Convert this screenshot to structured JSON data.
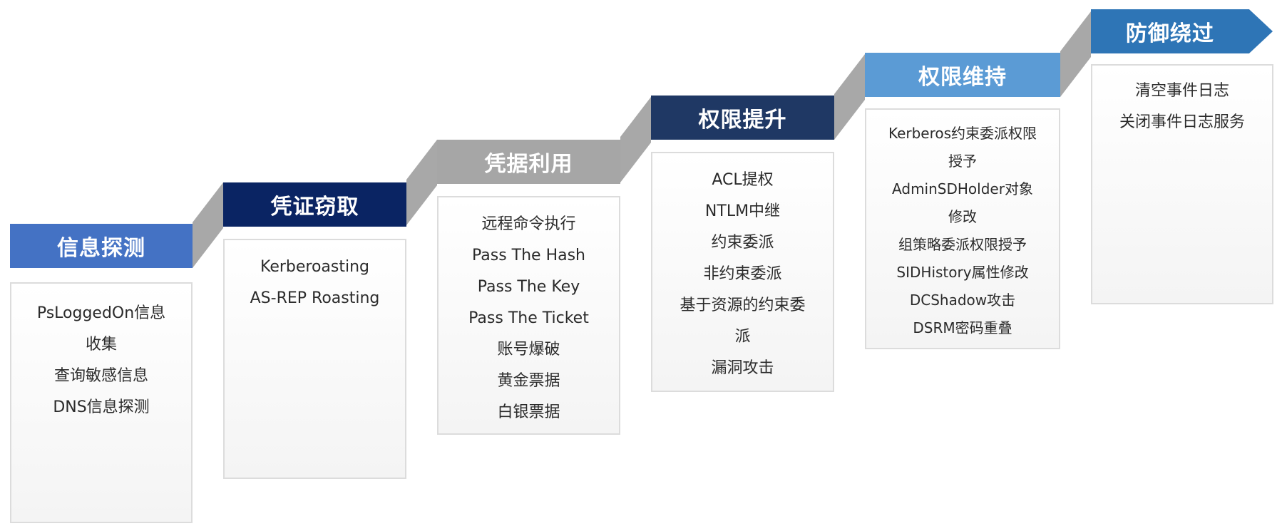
{
  "colors": {
    "stage1": "#4472c4",
    "stage2": "#0a2463",
    "stage3": "#a6a6a6",
    "stage4": "#1f3864",
    "stage5": "#5b9bd5",
    "stage6": "#2e75b6",
    "connector": "#a8a8a8"
  },
  "stages": [
    {
      "title": "信息探测",
      "items": [
        "PsLoggedOn信息",
        "收集",
        "查询敏感信息",
        "DNS信息探测"
      ]
    },
    {
      "title": "凭证窃取",
      "items": [
        "Kerberoasting",
        "AS-REP Roasting"
      ]
    },
    {
      "title": "凭据利用",
      "items": [
        "远程命令执行",
        "Pass The Hash",
        "Pass The Key",
        "Pass The Ticket",
        "账号爆破",
        "黄金票据",
        "白银票据"
      ]
    },
    {
      "title": "权限提升",
      "items": [
        "ACL提权",
        "NTLM中继",
        "约束委派",
        "非约束委派",
        "基于资源的约束委",
        "派",
        "漏洞攻击"
      ]
    },
    {
      "title": "权限维持",
      "items": [
        "Kerberos约束委派权限",
        "授予",
        "AdminSDHolder对象",
        "修改",
        "组策略委派权限授予",
        "SIDHistory属性修改",
        "DCShadow攻击",
        "DSRM密码重叠"
      ]
    },
    {
      "title": "防御绕过",
      "items": [
        "清空事件日志",
        "关闭事件日志服务"
      ]
    }
  ]
}
